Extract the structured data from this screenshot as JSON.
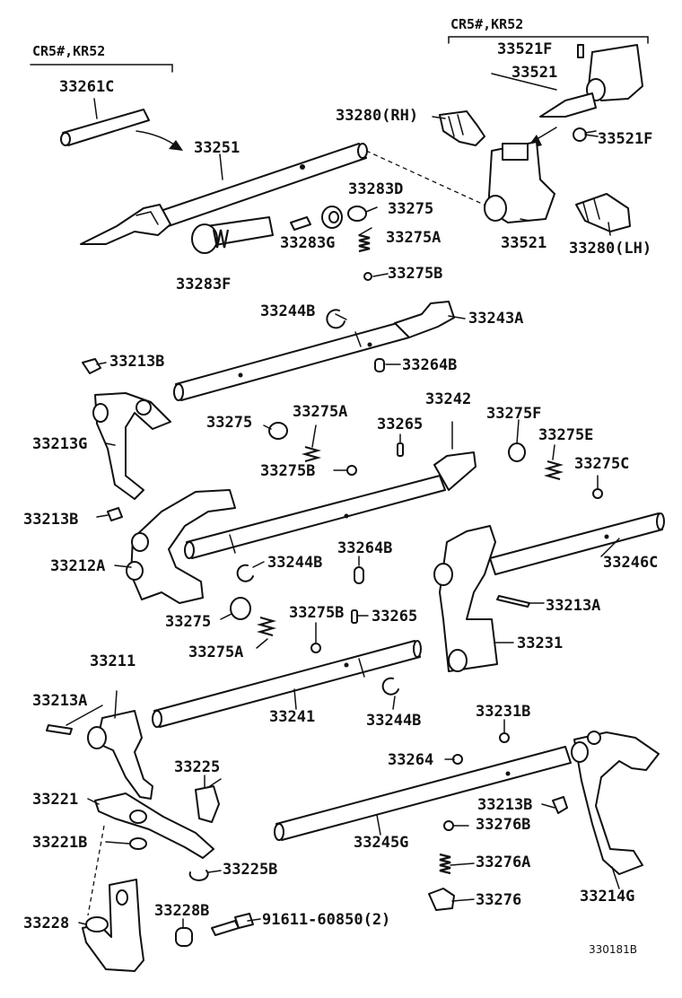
{
  "headers": {
    "left_group": "CR5#,KR52",
    "right_group": "CR5#,KR52"
  },
  "labels": {
    "p33261C": "33261C",
    "p33251": "33251",
    "p33283D": "33283D",
    "p33275_top": "33275",
    "p33283G": "33283G",
    "p33275A_top": "33275A",
    "p33283F": "33283F",
    "p33275B_top": "33275B",
    "p33521F_top": "33521F",
    "p33521_top": "33521",
    "p33280RH": "33280(RH)",
    "p33521F_right": "33521F",
    "p33521_bottom": "33521",
    "p33280LH": "33280(LH)",
    "p33244B_top": "33244B",
    "p33243A": "33243A",
    "p33213B_left": "33213B",
    "p33264B_top": "33264B",
    "p33213G": "33213G",
    "p33275_mid": "33275",
    "p33275A_mid": "33275A",
    "p33265_mid": "33265",
    "p33242": "33242",
    "p33275F": "33275F",
    "p33275E": "33275E",
    "p33275B_mid": "33275B",
    "p33275C": "33275C",
    "p33213B_mid": "33213B",
    "p33264B_mid": "33264B",
    "p33246C": "33246C",
    "p33212A": "33212A",
    "p33244B_mid": "33244B",
    "p33213A_right": "33213A",
    "p33275_low": "33275",
    "p33275B_low": "33275B",
    "p33265_low": "33265",
    "p33231": "33231",
    "p33275A_low": "33275A",
    "p33211": "33211",
    "p33213A_left": "33213A",
    "p33241": "33241",
    "p33244B_low": "33244B",
    "p33231B": "33231B",
    "p33225": "33225",
    "p33264": "33264",
    "p33221": "33221",
    "p33213B_low": "33213B",
    "p33221B": "33221B",
    "p33245G": "33245G",
    "p33276B": "33276B",
    "p33225B": "33225B",
    "p33276A": "33276A",
    "p33214G": "33214G",
    "p33276": "33276",
    "p33228": "33228",
    "p33228B": "33228B",
    "p91611": "91611-60850(2)"
  },
  "diagram_code": "330181B"
}
